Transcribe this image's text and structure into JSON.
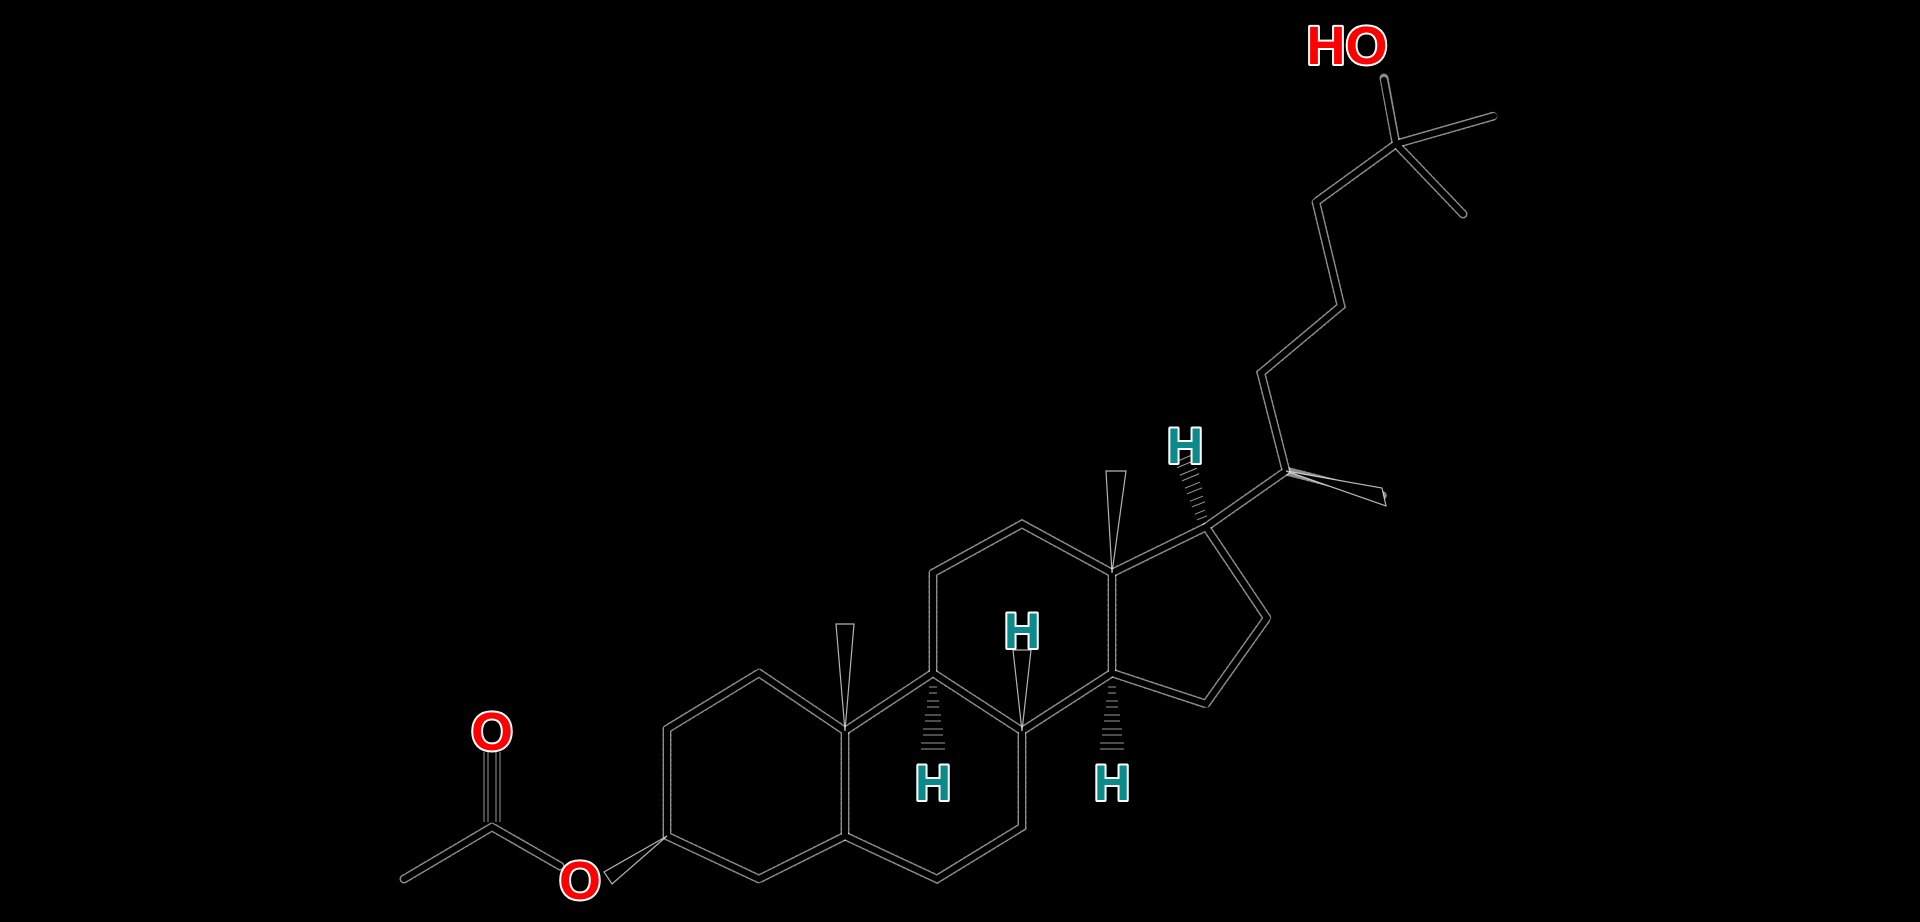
{
  "diagram": {
    "type": "chemical-structure",
    "background": "#000000",
    "bond_color": "#000000",
    "colors": {
      "oxygen": "#ff0000",
      "hydrogen": "#0a8a8a"
    },
    "labels": {
      "hydroxyl": "HO",
      "carbonyl_oxygen": "O",
      "ester_oxygen": "O",
      "h_c17": "H",
      "h_c8": "H",
      "h_c9": "H",
      "h_c14": "H"
    }
  }
}
